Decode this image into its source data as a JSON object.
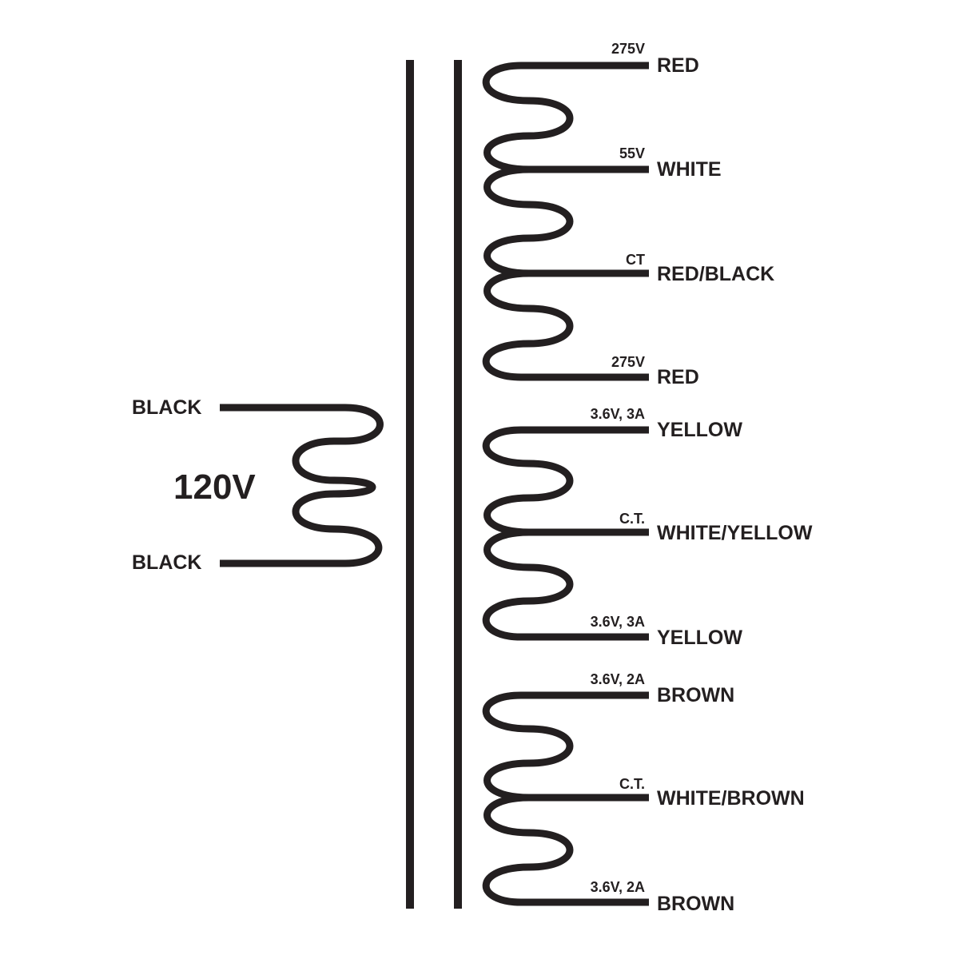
{
  "primary": {
    "voltage": "120V",
    "leads": [
      {
        "color_name": "BLACK"
      },
      {
        "color_name": "BLACK"
      }
    ]
  },
  "secondaries": [
    {
      "winding": "high-voltage",
      "taps": [
        {
          "rating": "275V",
          "color_name": "RED"
        },
        {
          "rating": "55V",
          "color_name": "WHITE"
        },
        {
          "rating": "CT",
          "color_name": "RED/BLACK"
        },
        {
          "rating": "275V",
          "color_name": "RED"
        }
      ]
    },
    {
      "winding": "filament-1",
      "taps": [
        {
          "rating": "3.6V, 3A",
          "color_name": "YELLOW"
        },
        {
          "rating": "C.T.",
          "color_name": "WHITE/YELLOW"
        },
        {
          "rating": "3.6V, 3A",
          "color_name": "YELLOW"
        }
      ]
    },
    {
      "winding": "filament-2",
      "taps": [
        {
          "rating": "3.6V, 2A",
          "color_name": "BROWN"
        },
        {
          "rating": "C.T.",
          "color_name": "WHITE/BROWN"
        },
        {
          "rating": "3.6V, 2A",
          "color_name": "BROWN"
        }
      ]
    }
  ],
  "colors": {
    "ink": "#231f20",
    "background": "#ffffff"
  }
}
